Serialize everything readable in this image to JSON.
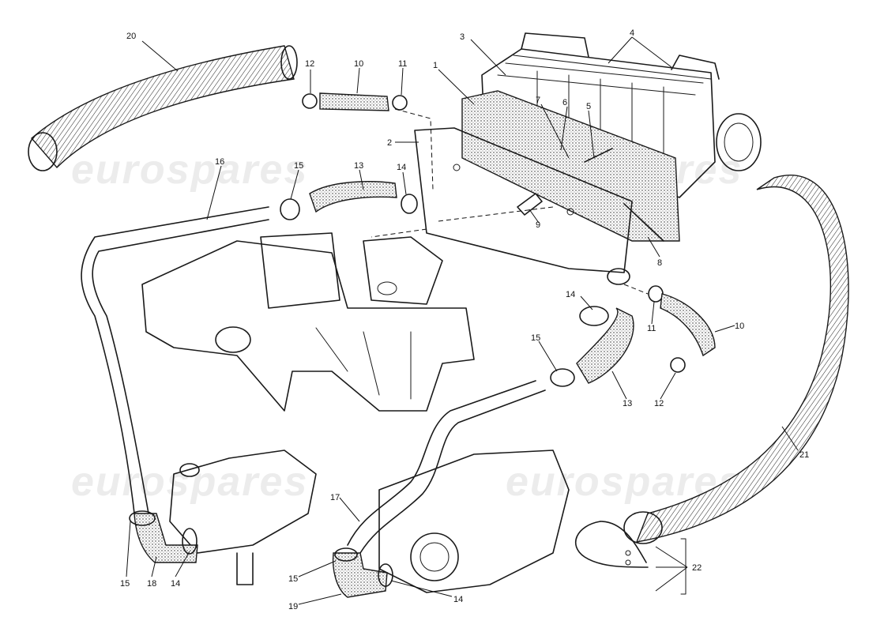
{
  "watermark": "eurospares",
  "callouts": {
    "c1": "1",
    "c2": "2",
    "c3": "3",
    "c4": "4",
    "c5": "5",
    "c6": "6",
    "c7": "7",
    "c8": "8",
    "c9": "9",
    "c10a": "10",
    "c10b": "10",
    "c11a": "11",
    "c11b": "11",
    "c12a": "12",
    "c12b": "12",
    "c13a": "13",
    "c13b": "13",
    "c14a": "14",
    "c14b": "14",
    "c14c": "14",
    "c14d": "14",
    "c15a": "15",
    "c15b": "15",
    "c15c": "15",
    "c15d": "15",
    "c16": "16",
    "c17": "17",
    "c18": "18",
    "c19": "19",
    "c20": "20",
    "c21": "21",
    "c22": "22"
  }
}
